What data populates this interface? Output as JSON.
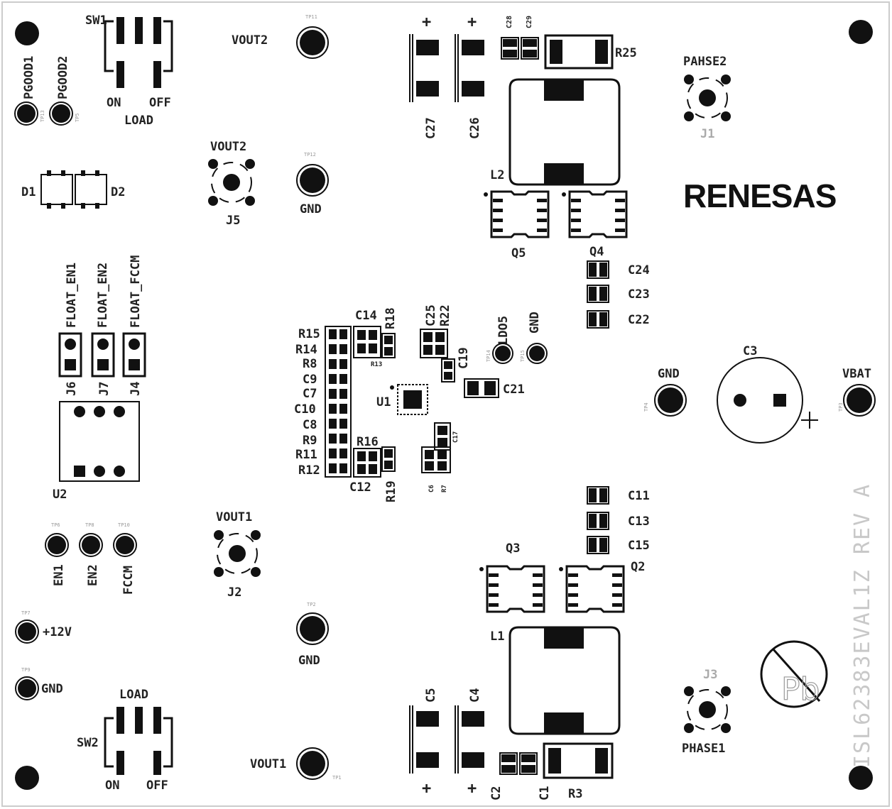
{
  "colors": {
    "ink": "#111111",
    "silk": "#222222",
    "board_edge": "#cccccc",
    "background": "#ffffff"
  },
  "logo": {
    "text": "RENESAS"
  },
  "board_id": "ISL62383EVAL1Z REV A",
  "labels": {
    "sw1": "SW1",
    "sw1_on": "ON",
    "sw1_off": "OFF",
    "sw1_load": "LOAD",
    "sw2": "SW2",
    "sw2_on": "ON",
    "sw2_off": "OFF",
    "sw2_load": "LOAD",
    "pgood1": "PGOOD1",
    "pgood2": "PGOOD2",
    "vout2_top": "VOUT2",
    "vout2_j5": "VOUT2",
    "j5": "J5",
    "gnd_top": "GND",
    "vout1_j2": "VOUT1",
    "j2": "J2",
    "gnd_bottom": "GND",
    "vout1_bottom": "VOUT1",
    "d1": "D1",
    "d2": "D2",
    "float_en1": "FLOAT_EN1",
    "float_en2": "FLOAT_EN2",
    "float_fccm": "FLOAT_FCCM",
    "j6": "J6",
    "j7": "J7",
    "j4": "J4",
    "u2": "U2",
    "en1": "EN1",
    "en2": "EN2",
    "fccm": "FCCM",
    "v12": "+12V",
    "gnd_left": "GND",
    "c27": "C27",
    "c26": "C26",
    "c28": "C28",
    "c29": "C29",
    "r25": "R25",
    "pahse2": "PAHSE2",
    "j1": "J1",
    "l2": "L2",
    "q5": "Q5",
    "q4": "Q4",
    "c24": "C24",
    "c23": "C23",
    "c22": "C22",
    "c14": "C14",
    "r18": "R18",
    "c25": "C25",
    "r22": "R22",
    "ldo5": "LDO5",
    "gnd_ldo": "GND",
    "r15": "R15",
    "r14": "R14",
    "r8": "R8",
    "c9": "C9",
    "c7": "C7",
    "c10": "C10",
    "c8": "C8",
    "r9": "R9",
    "r11": "R11",
    "r12": "R12",
    "r13": "R13",
    "c19": "C19",
    "u1": "U1",
    "c21": "C21",
    "r16": "R16",
    "c12": "C12",
    "r19": "R19",
    "c17": "C17",
    "c6": "C6",
    "r7": "R7",
    "gnd_right": "GND",
    "c3": "C3",
    "vbat": "VBAT",
    "c11": "C11",
    "c13": "C13",
    "c15": "C15",
    "q3": "Q3",
    "q2": "Q2",
    "l1": "L1",
    "c5": "C5",
    "c4": "C4",
    "c2": "C2",
    "c1": "C1",
    "r3": "R3",
    "j3": "J3",
    "phase1": "PHASE1",
    "plus": "+"
  },
  "testpoints": {
    "tp11": "TP11",
    "tp12": "TP12",
    "tp13": "TP13",
    "tp5": "TP5",
    "tp6": "TP6",
    "tp8": "TP8",
    "tp10": "TP10",
    "tp7": "TP7",
    "tp9": "TP9",
    "tp2": "TP2",
    "tp1": "TP1",
    "tp4": "TP4",
    "tp3": "TP3",
    "tp14": "TP14",
    "tp15": "TP15"
  },
  "rohs_symbol": {
    "text": "Pb"
  }
}
